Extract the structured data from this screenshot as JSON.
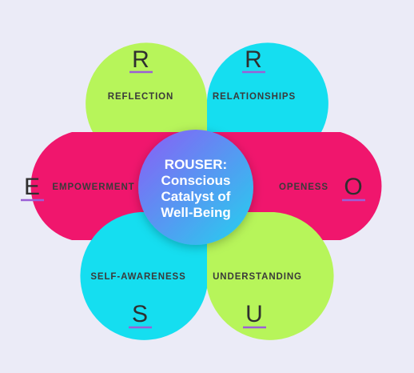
{
  "center": {
    "lines": [
      "ROUSER:",
      "Conscious",
      "Catalyst of",
      "Well-Being"
    ]
  },
  "petals": [
    {
      "letter": "R",
      "label": "REFLECTION"
    },
    {
      "letter": "R",
      "label": "RELATIONSHIPS"
    },
    {
      "letter": "E",
      "label": "EMPOWERMENT"
    },
    {
      "letter": "O",
      "label": "OPENESS"
    },
    {
      "letter": "S",
      "label": "SELF-AWARENESS"
    },
    {
      "letter": "U",
      "label": "UNDERSTANDING"
    }
  ],
  "colors": {
    "background": "#ebebf7",
    "lime": "#b7f55a",
    "cyan": "#15def0",
    "magenta": "#f0166d",
    "underline": "#9b5fd6",
    "center_from": "#8b5cf6",
    "center_to": "#22d3ee"
  }
}
